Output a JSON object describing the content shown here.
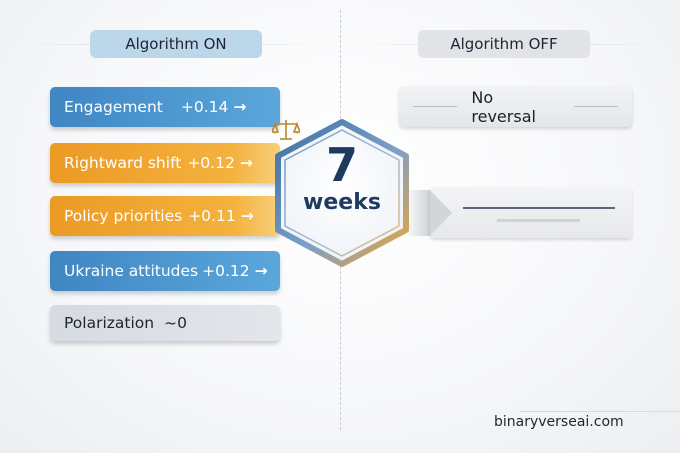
{
  "left_column": {
    "header": "Algorithm ON",
    "effects": [
      {
        "label": "Engagement",
        "value": "+0.14",
        "arrow": "→",
        "color": "#4a94cf"
      },
      {
        "label": "Rightward shift",
        "value": "+0.12",
        "arrow": "→",
        "color": "#f0a431"
      },
      {
        "label": "Policy priorities",
        "value": "+0.11",
        "arrow": "→",
        "color": "#f0a431"
      },
      {
        "label": "Ukraine attitudes",
        "value": "+0.12",
        "arrow": "→",
        "color": "#4a94cf"
      },
      {
        "label": "Polarization",
        "value": "~0",
        "arrow": "",
        "color": "#d9dde3"
      }
    ]
  },
  "right_column": {
    "header": "Algorithm OFF",
    "result": "No reversal"
  },
  "center_badge": {
    "number": "7",
    "unit": "weeks",
    "icon": "scales-icon"
  },
  "footer": {
    "site": "binaryverseai.com"
  }
}
